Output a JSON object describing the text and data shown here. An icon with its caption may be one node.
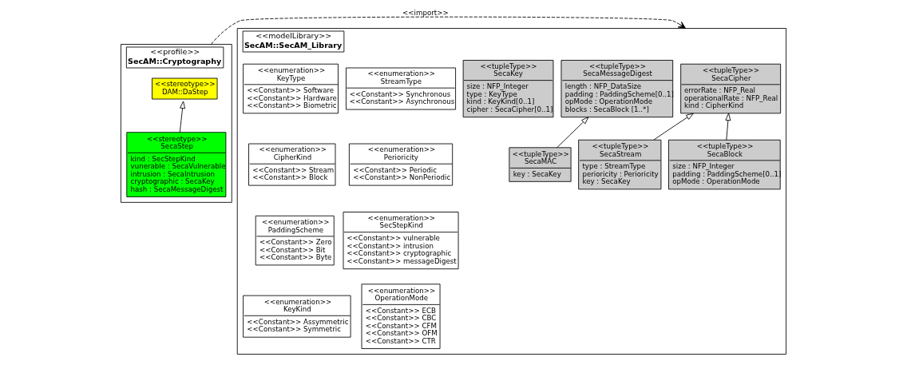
{
  "diagram": {
    "nodes": [
      {
        "text": [
          "<<profile>>",
          "SecAM::Cryptography"
        ]
      },
      {
        "text": [
          "<<stereotype>>",
          "DAM::DaStep"
        ],
        "in": 0
      },
      {
        "text": [
          "<<stereotype>>",
          "SecaStep",
          "kind : SecStepKind",
          "vunerable : SecaVulnerable",
          "intrusion : SecaIntrusion",
          "cryptographic : SecaKey",
          "hash : SecaMessageDigest"
        ],
        "in": 0
      },
      {
        "text": [
          "<<modelLibrary>>",
          "SecAM::SecAM_Library"
        ]
      },
      {
        "text": [
          "<<tupleType>>",
          "SecaCipher",
          "errorRate : NFP_Real",
          "operationalRate : NFP_Real",
          "kind : CipherKind"
        ],
        "in": 3
      },
      {
        "text": [
          "<<tupleType>>",
          "SecaStream",
          "type : StreamType",
          "perioricity : Perioricity",
          "key : SecaKey"
        ],
        "in": 3
      },
      {
        "text": [
          "<<tupleType>>",
          "SecaBlock",
          "size : NFP_Integer",
          "padding : PaddingScheme[0..1]",
          "opMode : OperationMode"
        ],
        "in": 3
      },
      {
        "text": [
          "<<tupleType>>",
          "SecaMessageDigest",
          "length : NFP_DataSize",
          "padding : PaddingScheme[0..1]",
          "opMode : OperationMode",
          "blocks : SecaBlock [1..*]"
        ],
        "in": 3
      },
      {
        "text": [
          "<<tupleType>>",
          "SecaKey",
          "size : NFP_Integer",
          "type : KeyType",
          "kind : KeyKind[0..1]",
          "cipher : SecaCipher[0..1]"
        ],
        "in": 3
      },
      {
        "text": [
          "<<tupleType>>",
          "SecaMAC",
          "key : SecaKey"
        ],
        "in": 3
      },
      {
        "text": [
          "<<enumeration>>",
          "StreamType",
          "<<Constant>> Synchronous",
          "<<Constant>> Asynchronous"
        ],
        "in": 3
      },
      {
        "text": [
          "<<enumeration>>",
          "KeyType",
          "<<Constant>> Software",
          "<<Constant>> Hardware",
          "<<Constant>> Biometric"
        ],
        "in": 3
      },
      {
        "text": [
          "<<enumeration>>",
          "Perioricity",
          "<<Constant>> Periodic",
          "<<Constant>> NonPeriodic"
        ],
        "in": 3
      },
      {
        "text": [
          "<<enumeration>>",
          "CipherKind",
          "<<Constant>> Stream",
          "<<Constant>> Block"
        ],
        "in": 3
      },
      {
        "text": [
          "<<enumeration>>",
          "SecStepKind",
          "<<Constant>> vulnerable",
          "<<Constant>> intrusion",
          "<<Constant>> cryptographic",
          "<<Constant>> messageDigest"
        ],
        "in": 3
      },
      {
        "text": [
          "<<enumeration>>",
          "PaddingScheme",
          "<<Constant>> Zero",
          "<<Constant>> Bit",
          "<<Constant>> Byte"
        ],
        "in": 3
      },
      {
        "text": [
          "<<enumeration>>",
          "OperationMode",
          "<<Constant>> ECB",
          "<<Constant>> CBC",
          "<<Constant>> CFM",
          "<<Constant>> OFM",
          "<<Constant>> CTR"
        ],
        "in": 3
      },
      {
        "text": [
          "<<enumeration>>",
          "KeyKind",
          "<<Constant>> Assymmetric",
          "<<Constant>> Symmetric"
        ],
        "in": 3
      }
    ],
    "edges": [
      {
        "from": 0,
        "to": 3,
        "arrow": "to",
        "label": "<<import>>",
        "style": "dashed"
      },
      {
        "from": 2,
        "to": 1,
        "arrow": "to"
      },
      {
        "from": 5,
        "to": 4,
        "arrow": "to"
      },
      {
        "from": 6,
        "to": 4,
        "arrow": "to"
      },
      {
        "from": 9,
        "to": 7,
        "arrow": "to"
      }
    ]
  }
}
